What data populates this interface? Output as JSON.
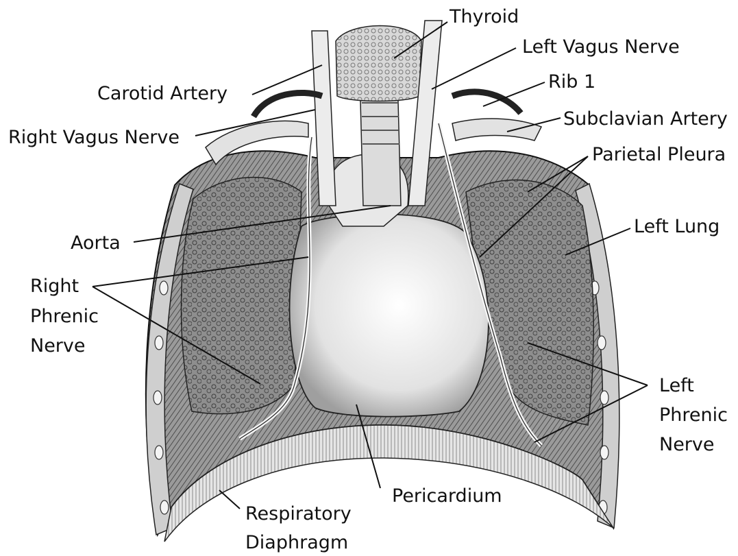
{
  "labels": {
    "thyroid": "Thyroid",
    "left_vagus_nerve": "Left Vagus Nerve",
    "carotid_artery": "Carotid Artery",
    "rib_1": "Rib 1",
    "subclavian_artery": "Subclavian Artery",
    "right_vagus_nerve": "Right Vagus Nerve",
    "parietal_pleura": "Parietal Pleura",
    "left_lung": "Left Lung",
    "aorta": "Aorta",
    "right_phrenic_nerve": [
      "Right",
      "Phrenic",
      "Nerve"
    ],
    "left_phrenic_nerve": [
      "Left",
      "Phrenic",
      "Nerve"
    ],
    "pericardium": "Pericardium",
    "respiratory_diaphragm": [
      "Respiratory",
      "Diaphragm"
    ]
  },
  "colors": {
    "ink": "#111111",
    "tissue_light": "#f2f2f2",
    "tissue_mid": "#bdbdbd",
    "tissue_dark": "#555555"
  }
}
